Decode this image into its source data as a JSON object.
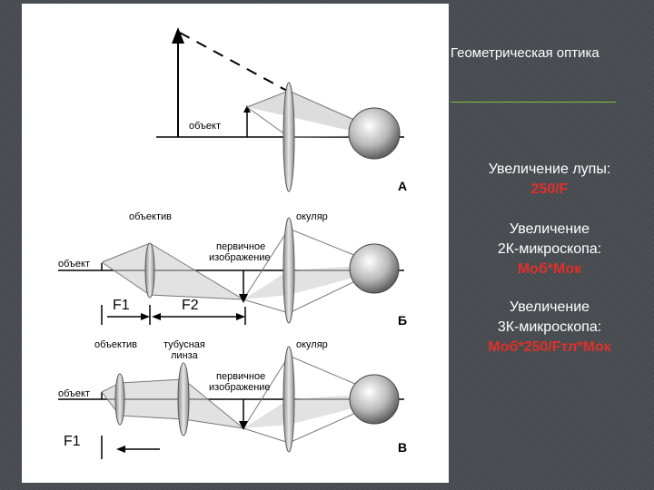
{
  "slide": {
    "title": "Геометрическая оптика",
    "accent_color": "#e0302a",
    "rule_color": "#7cbf3a"
  },
  "formulas": [
    {
      "label": "Увеличение лупы:",
      "formula": "250/F"
    },
    {
      "label_line1": "Увеличение",
      "label_line2": "2К-микроскопа:",
      "formula": "Моб*Мок"
    },
    {
      "label_line1": "Увеличение",
      "label_line2": "3К-микроскопа:",
      "formula": "Моб*250/Fтл*Мок"
    }
  ],
  "diagram": {
    "panel_a": {
      "object_label": "объект",
      "panel_letter": "А"
    },
    "panel_b": {
      "objective_label": "объектив",
      "eyepiece_label": "окуляр",
      "object_label": "объект",
      "primary_image_line1": "первичное",
      "primary_image_line2": "изображение",
      "f1_label": "F1",
      "f2_label": "F2",
      "panel_letter": "Б"
    },
    "panel_c": {
      "objective_label": "объектив",
      "tube_lens_line1": "тубусная",
      "tube_lens_line2": "линза",
      "eyepiece_label": "окуляр",
      "object_label": "объект",
      "primary_image_line1": "первичное",
      "primary_image_line2": "изображение",
      "f1_label": "F1",
      "panel_letter": "В"
    }
  }
}
